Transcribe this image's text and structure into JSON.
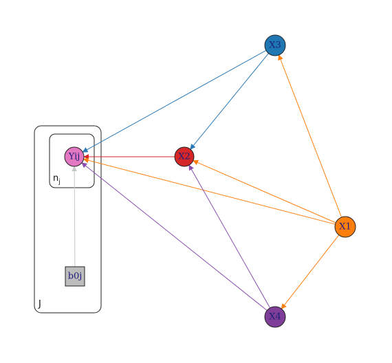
{
  "plates": {
    "outer": {
      "label": "J"
    },
    "inner": {
      "label": "n",
      "subscript": "j"
    }
  },
  "nodes": [
    {
      "id": "Yij",
      "label": "Yij",
      "shape": "circle",
      "fill": "#e377c2"
    },
    {
      "id": "X2",
      "label": "X2",
      "shape": "circle",
      "fill": "#d62728"
    },
    {
      "id": "X3",
      "label": "X3",
      "shape": "circle",
      "fill": "#1f77b4"
    },
    {
      "id": "X1",
      "label": "X1",
      "shape": "circle",
      "fill": "#ff7f0e"
    },
    {
      "id": "X4",
      "label": "X4",
      "shape": "circle",
      "fill": "#7f3f98"
    },
    {
      "id": "b0j",
      "label": "b0j",
      "shape": "square",
      "fill": "#bdbdbd"
    }
  ],
  "edges": [
    {
      "from": "X3",
      "to": "Yij",
      "color": "#2a7ab8"
    },
    {
      "from": "X3",
      "to": "X2",
      "color": "#2a7ab8"
    },
    {
      "from": "X2",
      "to": "Yij",
      "color": "#d62728"
    },
    {
      "from": "X1",
      "to": "Yij",
      "color": "#ff7f0e"
    },
    {
      "from": "X1",
      "to": "X2",
      "color": "#ff7f0e"
    },
    {
      "from": "X1",
      "to": "X3",
      "color": "#ff7f0e"
    },
    {
      "from": "X1",
      "to": "X4",
      "color": "#ff7f0e"
    },
    {
      "from": "X4",
      "to": "Yij",
      "color": "#8a4fae"
    },
    {
      "from": "X4",
      "to": "X2",
      "color": "#8a4fae"
    },
    {
      "from": "b0j",
      "to": "Yij",
      "color": "#c8c8c8"
    }
  ]
}
